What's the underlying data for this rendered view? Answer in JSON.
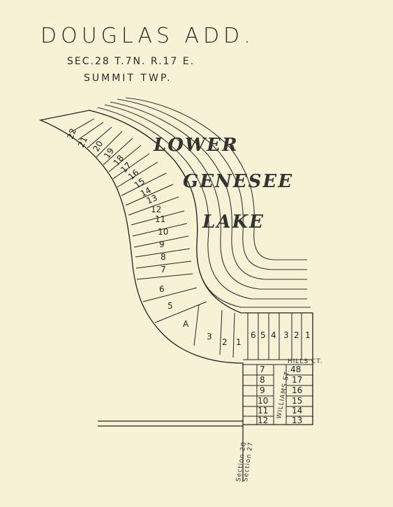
{
  "header": {
    "title": "DOUGLAS ADD.",
    "location": "SEC.28 T.7N. R.17 E.",
    "township": "SUMMIT TWP."
  },
  "lake": {
    "line1": "LOWER",
    "line2": "GENESEE",
    "line3": "LAKE"
  },
  "streets": {
    "hills_ct": "HILLS CT.",
    "williams_st": "WILLIAMS ST.",
    "section_a": "Section 28",
    "section_b": "Section 27"
  },
  "lots": {
    "west": [
      "22",
      "21",
      "20",
      "19",
      "18",
      "17",
      "16",
      "15",
      "14",
      "13",
      "12",
      "11",
      "10",
      "9",
      "8",
      "7",
      "6",
      "5",
      "A",
      "3",
      "2",
      "1"
    ],
    "north_block": [
      "6",
      "5",
      "4",
      "3",
      "2",
      "1"
    ],
    "west_block": [
      "7",
      "8",
      "9",
      "10",
      "11",
      "12"
    ],
    "east_block": [
      "48",
      "17",
      "16",
      "15",
      "14",
      "13"
    ]
  },
  "colors": {
    "paper": "#f7f2d6",
    "ink": "#222222"
  }
}
